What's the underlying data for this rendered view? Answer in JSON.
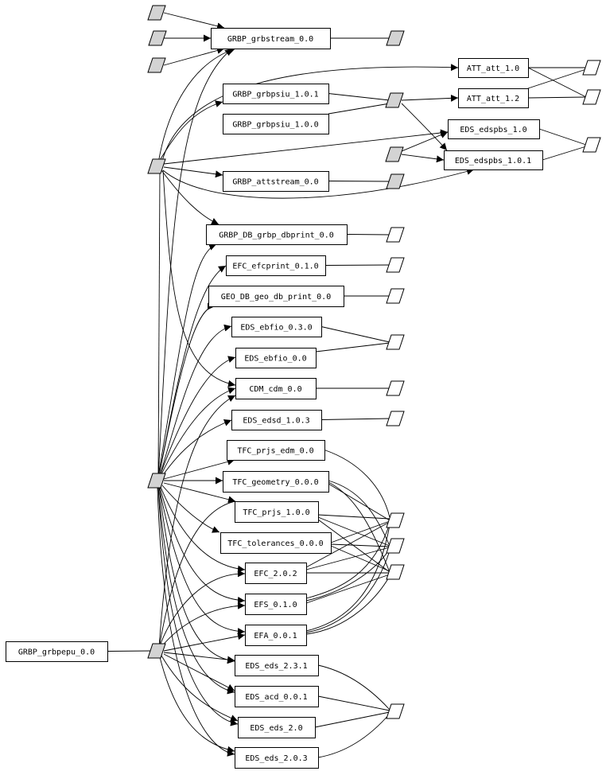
{
  "diagram": {
    "title": "",
    "colors": {
      "data_filled": "#d3d3d3",
      "data_empty": "#ffffff",
      "stroke": "#000000"
    },
    "processes": [
      {
        "id": "grbstream",
        "label": "GRBP_grbstream_0.0"
      },
      {
        "id": "att10",
        "label": "ATT_att_1.0"
      },
      {
        "id": "grbpsiu101",
        "label": "GRBP_grbpsiu_1.0.1"
      },
      {
        "id": "att12",
        "label": "ATT_att_1.2"
      },
      {
        "id": "grbpsiu100",
        "label": "GRBP_grbpsiu_1.0.0"
      },
      {
        "id": "edspbs10",
        "label": "EDS_edspbs_1.0"
      },
      {
        "id": "edspbs101",
        "label": "EDS_edspbs_1.0.1"
      },
      {
        "id": "attstream",
        "label": "GRBP_attstream_0.0"
      },
      {
        "id": "dbprint",
        "label": "GRBP_DB_grbp_dbprint_0.0"
      },
      {
        "id": "efcprint",
        "label": "EFC_efcprint_0.1.0"
      },
      {
        "id": "geoprint",
        "label": "GEO_DB_geo_db_print_0.0"
      },
      {
        "id": "ebfio030",
        "label": "EDS_ebfio_0.3.0"
      },
      {
        "id": "ebfio00",
        "label": "EDS_ebfio_0.0"
      },
      {
        "id": "cdm",
        "label": "CDM_cdm_0.0"
      },
      {
        "id": "edsd",
        "label": "EDS_edsd_1.0.3"
      },
      {
        "id": "prjsedm",
        "label": "TFC_prjs_edm_0.0"
      },
      {
        "id": "geometry",
        "label": "TFC_geometry_0.0.0"
      },
      {
        "id": "prjs",
        "label": "TFC_prjs_1.0.0"
      },
      {
        "id": "tolerances",
        "label": "TFC_tolerances_0.0.0"
      },
      {
        "id": "efc",
        "label": "EFC_2.0.2"
      },
      {
        "id": "efs",
        "label": "EFS_0.1.0"
      },
      {
        "id": "efa",
        "label": "EFA_0.0.1"
      },
      {
        "id": "eds231",
        "label": "EDS_eds_2.3.1"
      },
      {
        "id": "acd",
        "label": "EDS_acd_0.0.1"
      },
      {
        "id": "eds20",
        "label": "EDS_eds_2.0"
      },
      {
        "id": "eds203",
        "label": "EDS_eds_2.0.3"
      },
      {
        "id": "grbpepu",
        "label": "GRBP_grbpepu_0.0"
      }
    ],
    "data_nodes": [
      {
        "id": "in1",
        "filled": true
      },
      {
        "id": "in2",
        "filled": true
      },
      {
        "id": "in3",
        "filled": true
      },
      {
        "id": "out_grbstream",
        "filled": true
      },
      {
        "id": "psiu_hub",
        "filled": true
      },
      {
        "id": "mid_hub",
        "filled": true
      },
      {
        "id": "attstream_out",
        "filled": true
      },
      {
        "id": "hubA",
        "filled": true
      },
      {
        "id": "hubB",
        "filled": true
      },
      {
        "id": "hubC",
        "filled": true
      },
      {
        "id": "att_out1",
        "filled": false
      },
      {
        "id": "att_out2",
        "filled": false
      },
      {
        "id": "edspbs_out",
        "filled": false
      },
      {
        "id": "dbprint_out",
        "filled": false
      },
      {
        "id": "efcprint_out",
        "filled": false
      },
      {
        "id": "geoprint_out",
        "filled": false
      },
      {
        "id": "ebfio_out",
        "filled": false
      },
      {
        "id": "cdm_out",
        "filled": false
      },
      {
        "id": "edsd_out",
        "filled": false
      },
      {
        "id": "tfc_out1",
        "filled": false
      },
      {
        "id": "tfc_out2",
        "filled": false
      },
      {
        "id": "tfc_out3",
        "filled": false
      },
      {
        "id": "eds_out",
        "filled": false
      }
    ]
  }
}
